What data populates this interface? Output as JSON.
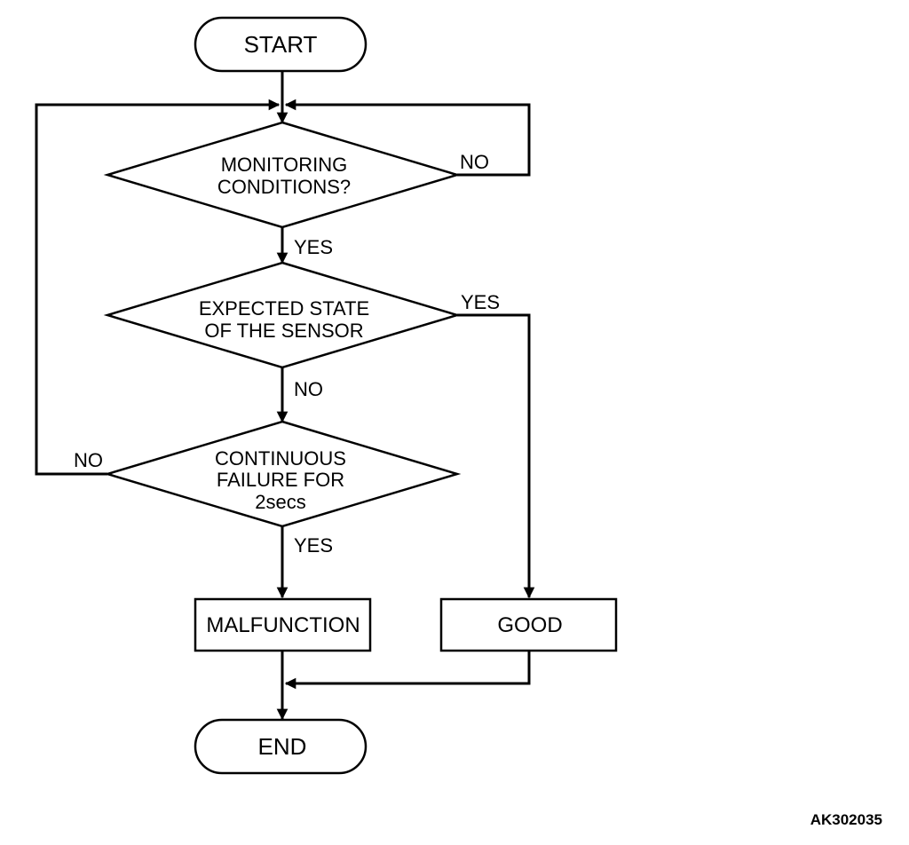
{
  "nodes": {
    "start": "START",
    "decision_monitoring": [
      "MONITORING",
      "CONDITIONS?"
    ],
    "decision_expected": [
      "EXPECTED STATE",
      "OF THE SENSOR"
    ],
    "decision_continuous": [
      "CONTINUOUS",
      "FAILURE FOR",
      "2secs"
    ],
    "malfunction": "MALFUNCTION",
    "good": "GOOD",
    "end": "END"
  },
  "edges": {
    "monitoring_no": "NO",
    "monitoring_yes": "YES",
    "expected_yes": "YES",
    "expected_no": "NO",
    "continuous_no": "NO",
    "continuous_yes": "YES"
  },
  "figure_code": "AK302035"
}
